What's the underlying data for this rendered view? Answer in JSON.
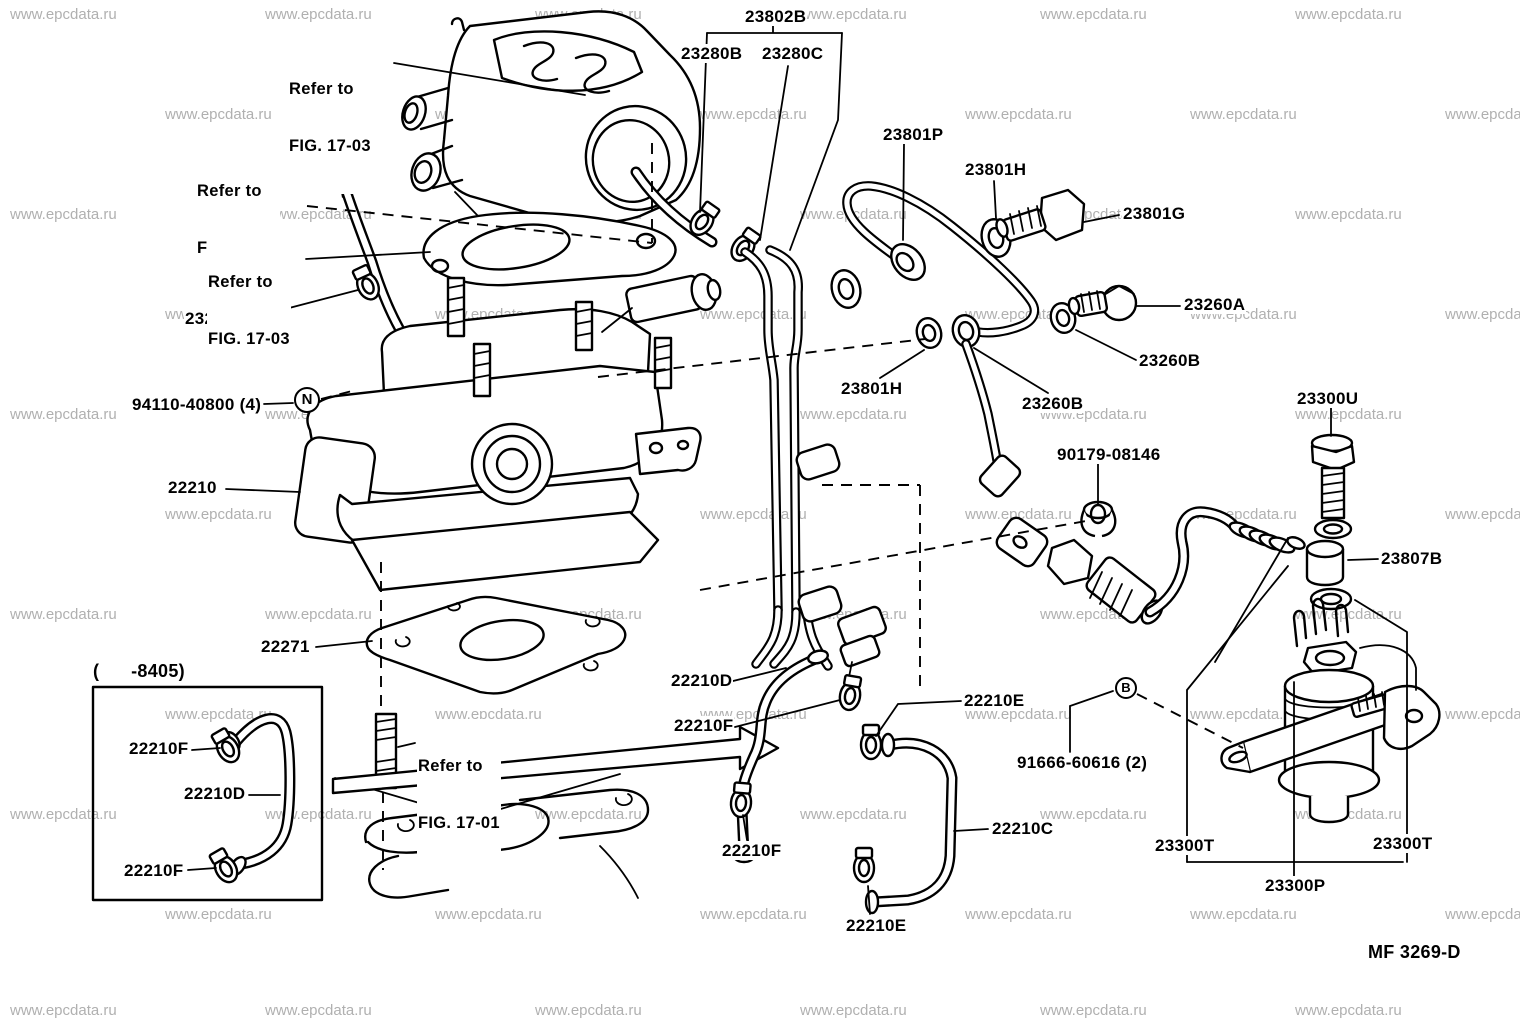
{
  "watermark": {
    "text": "www.epcdata.ru"
  },
  "footer": {
    "drawing_code": "MF 3269-D"
  },
  "colors": {
    "line": "#000000",
    "background": "#ffffff",
    "watermark": "#b0b0b0"
  },
  "symbols": {
    "nut_marker": "N",
    "bolt_marker": "B"
  },
  "notes": {
    "refer_fig_17_03_line1": "Refer to",
    "refer_fig_17_03_line2": "FIG. 17-03",
    "refer_fig_17_01_line1": "Refer to",
    "refer_fig_17_01_line2": "FIG. 17-01",
    "inset_caption": "(      -8405)"
  },
  "parts": {
    "p23802b": "23802B",
    "p23280b": "23280B",
    "p23280c": "23280C",
    "p23801p": "23801P",
    "p23801h": "23801H",
    "p23801g": "23801G",
    "p23260a": "23260A",
    "p23260b": "23260B",
    "p23300u": "23300U",
    "p90179": "90179-08146",
    "p23807b": "23807B",
    "p94110": "94110-40800 (4)",
    "p22210": "22210",
    "p22271": "22271",
    "p22210d": "22210D",
    "p22210e": "22210E",
    "p22210f": "22210F",
    "p22210c": "22210C",
    "p91666": "91666-60616 (2)",
    "p23300t": "23300T",
    "p23300p": "23300P"
  }
}
